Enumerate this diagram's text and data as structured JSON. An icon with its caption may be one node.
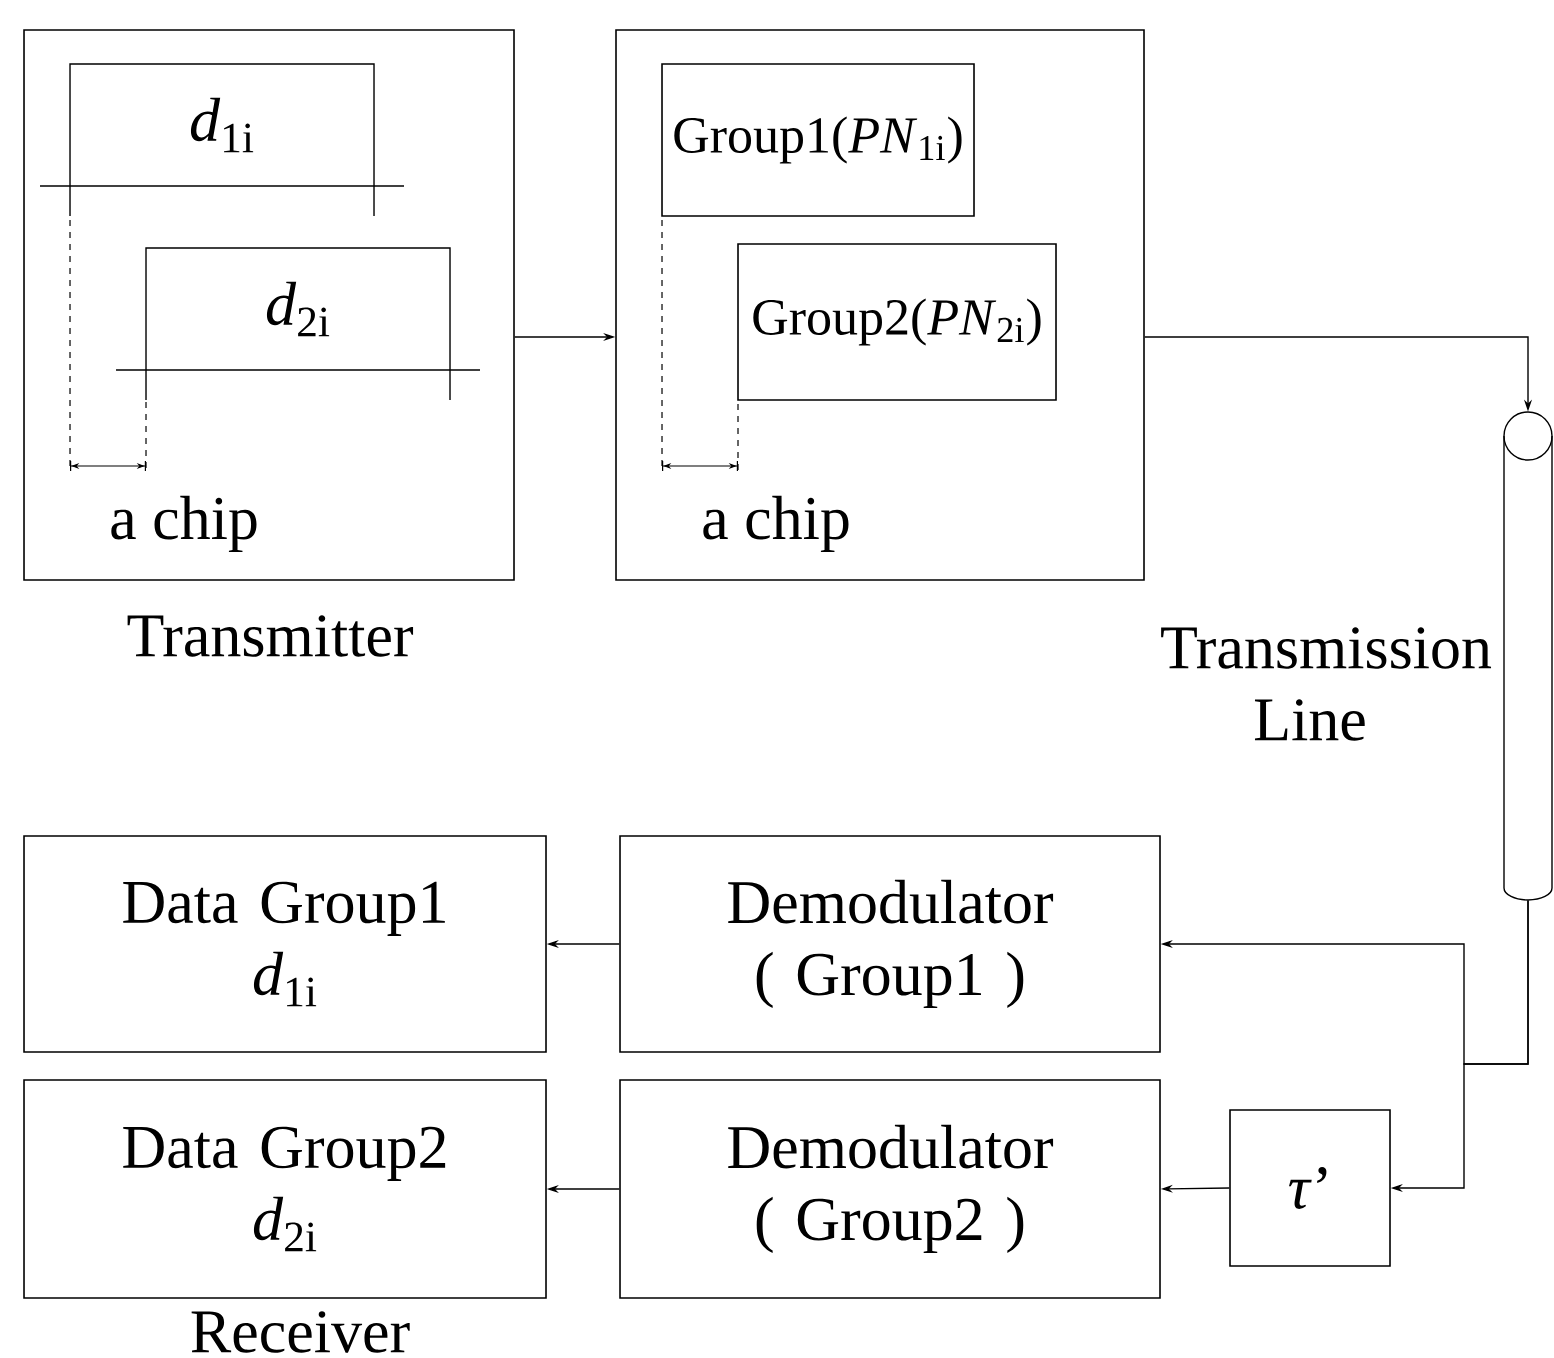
{
  "diagram": {
    "nodes": [
      {
        "text": [
          "Transmitter"
        ]
      },
      {
        "text": [
          "*d*$_{1i}$"
        ],
        "in": 0
      },
      {
        "text": [
          "*d*$_{2i}$"
        ],
        "in": 0
      },
      {
        "text": [],
        "shape": "box"
      },
      {
        "text": [
          "Group1(*PN*$_{1i}$)"
        ],
        "in": 3
      },
      {
        "text": [
          "Group2(*PN*$_{2i}$)"
        ],
        "in": 3
      },
      {
        "text": [],
        "shape": "cylinder",
        "beside": [
          "Transmission Line"
        ]
      },
      {
        "text": [
          "Data Group1",
          "*d*$_{1i}$"
        ]
      },
      {
        "text": [
          "Demodulator ( Group1 )"
        ]
      },
      {
        "text": [
          "Data Group2",
          "*d*$_{2i}$"
        ],
        "beside": [
          "Receiver"
        ]
      },
      {
        "text": [
          "Demodulator ( Group2 )"
        ]
      },
      {
        "text": [
          "*τ*’"
        ]
      }
    ],
    "edges": [
      {
        "from": 0,
        "to": 3,
        "arrow": "to"
      },
      {
        "from": 3,
        "to": 6,
        "arrow": "to"
      },
      {
        "from": 6,
        "to": 8,
        "arrow": "to"
      },
      {
        "from": 6,
        "to": 11,
        "arrow": "to"
      },
      {
        "from": 11,
        "to": 10,
        "arrow": "to"
      },
      {
        "from": 8,
        "to": 7,
        "arrow": "to"
      },
      {
        "from": 10,
        "to": 9,
        "arrow": "to"
      }
    ],
    "labels": [
      "a chip",
      "a chip"
    ]
  }
}
